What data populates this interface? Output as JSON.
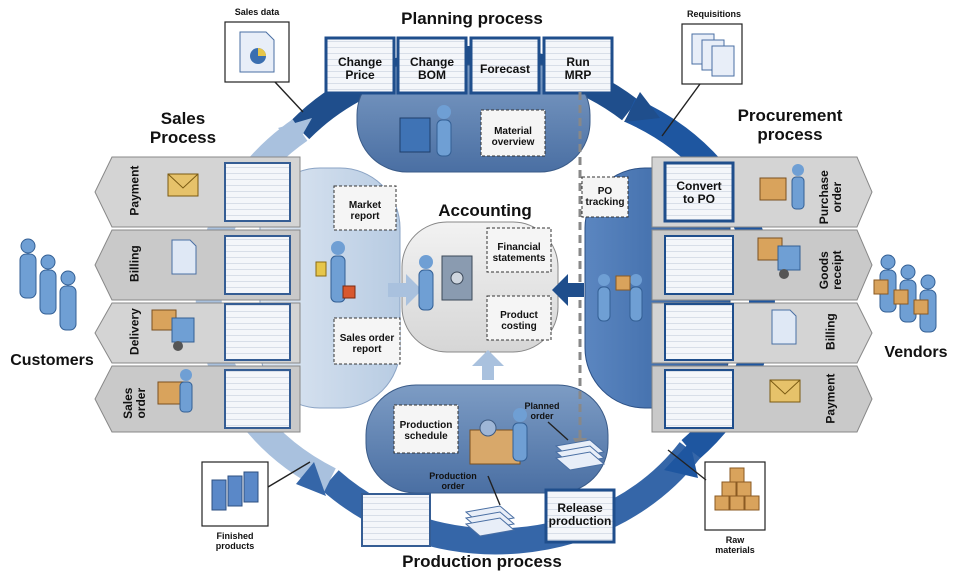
{
  "titles": {
    "planning": "Planning process",
    "sales": "Sales\nProcess",
    "procurement": "Procurement\nprocess",
    "accounting": "Accounting",
    "production": "Production process",
    "customers": "Customers",
    "vendors": "Vendors"
  },
  "planning_tiles": [
    "Change\nPrice",
    "Change\nBOM",
    "Forecast",
    "Run\nMRP"
  ],
  "planning_notes": {
    "material_overview": "Material\noverview"
  },
  "sales_rows": [
    "Payment",
    "Billing",
    "Delivery",
    "Sales\norder"
  ],
  "sales_reports": {
    "market": "Market\nreport",
    "sales_order": "Sales order\nreport"
  },
  "accounting_items": {
    "financial": "Financial\nstatements",
    "costing": "Product\ncosting"
  },
  "procurement_rows": [
    "Purchase\norder",
    "Goods\nreceipt",
    "Billing",
    "Payment"
  ],
  "procurement_items": {
    "convert": "Convert\nto PO",
    "tracking": "PO\ntracking"
  },
  "production_items": {
    "schedule": "Production\nschedule",
    "planned": "Planned\norder",
    "order": "Production\norder",
    "release": "Release\nproduction"
  },
  "callouts": {
    "sales_data": "Sales data",
    "requisitions": "Requisitions",
    "finished": "Finished\nproducts",
    "raw": "Raw\nmaterials"
  },
  "colors": {
    "dark_blue": "#1f4e8c",
    "mid_blue": "#3f73b5",
    "light_blue": "#a9c1de",
    "pale_blue": "#d7e3f0",
    "band_gray": "#c8c8c8",
    "blob_gray": "#e4e4e4"
  }
}
